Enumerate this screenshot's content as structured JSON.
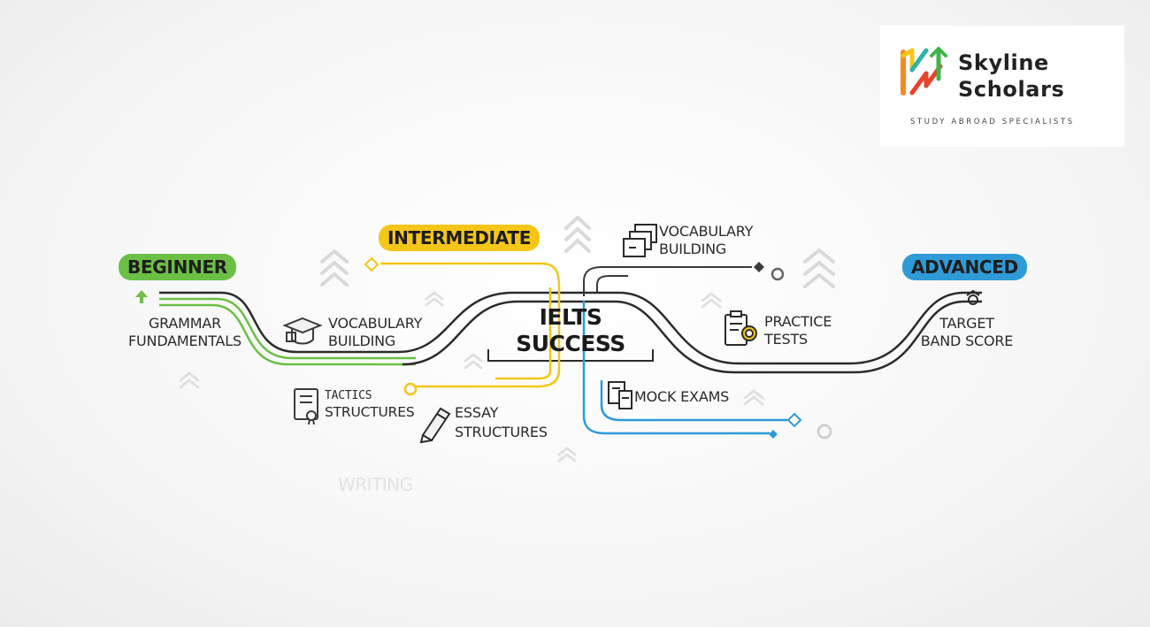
{
  "stages": {
    "beginner": "BEGINNER",
    "intermediate": "INTERMEDIATE",
    "advanced": "ADVANCED"
  },
  "core": {
    "line1": "IELTS",
    "line2": "SUCCESS"
  },
  "nodes": {
    "grammar": {
      "line1": "GRAMMAR",
      "line2": "FUNDAMENTALS"
    },
    "vocab_left": {
      "line1": "VOCABULARY",
      "line2": "BUILDING"
    },
    "tactics": {
      "line1": "TACTICS",
      "line2": "STRUCTURES"
    },
    "essay": {
      "line1": "ESSAY",
      "line2": "STRUCTURES"
    },
    "vocab_top": {
      "line1": "VOCABULARY",
      "line2": "BUILDING"
    },
    "practice": {
      "line1": "PRACTICE",
      "line2": "TESTS"
    },
    "mock": "MOCK EXAMS",
    "target": {
      "line1": "TARGET",
      "line2": "BAND SCORE"
    }
  },
  "ghost_text": "WRITING",
  "brand": {
    "line1": "Skyline",
    "line2": "Scholars",
    "tagline": "STUDY ABROAD SPECIALISTS"
  },
  "colors": {
    "beginner": "#6cbf45",
    "intermediate": "#f5c518",
    "advanced": "#2e9ad6",
    "core_path": "#2b2b2b"
  },
  "icons": [
    "arrow-up-icon",
    "graduation-cap-icon",
    "certificate-icon",
    "pencil-icon",
    "document-stack-icon",
    "clipboard-icon",
    "exam-sheet-icon",
    "target-icon",
    "chevron-up-icon",
    "skyline-scholars-logo"
  ]
}
